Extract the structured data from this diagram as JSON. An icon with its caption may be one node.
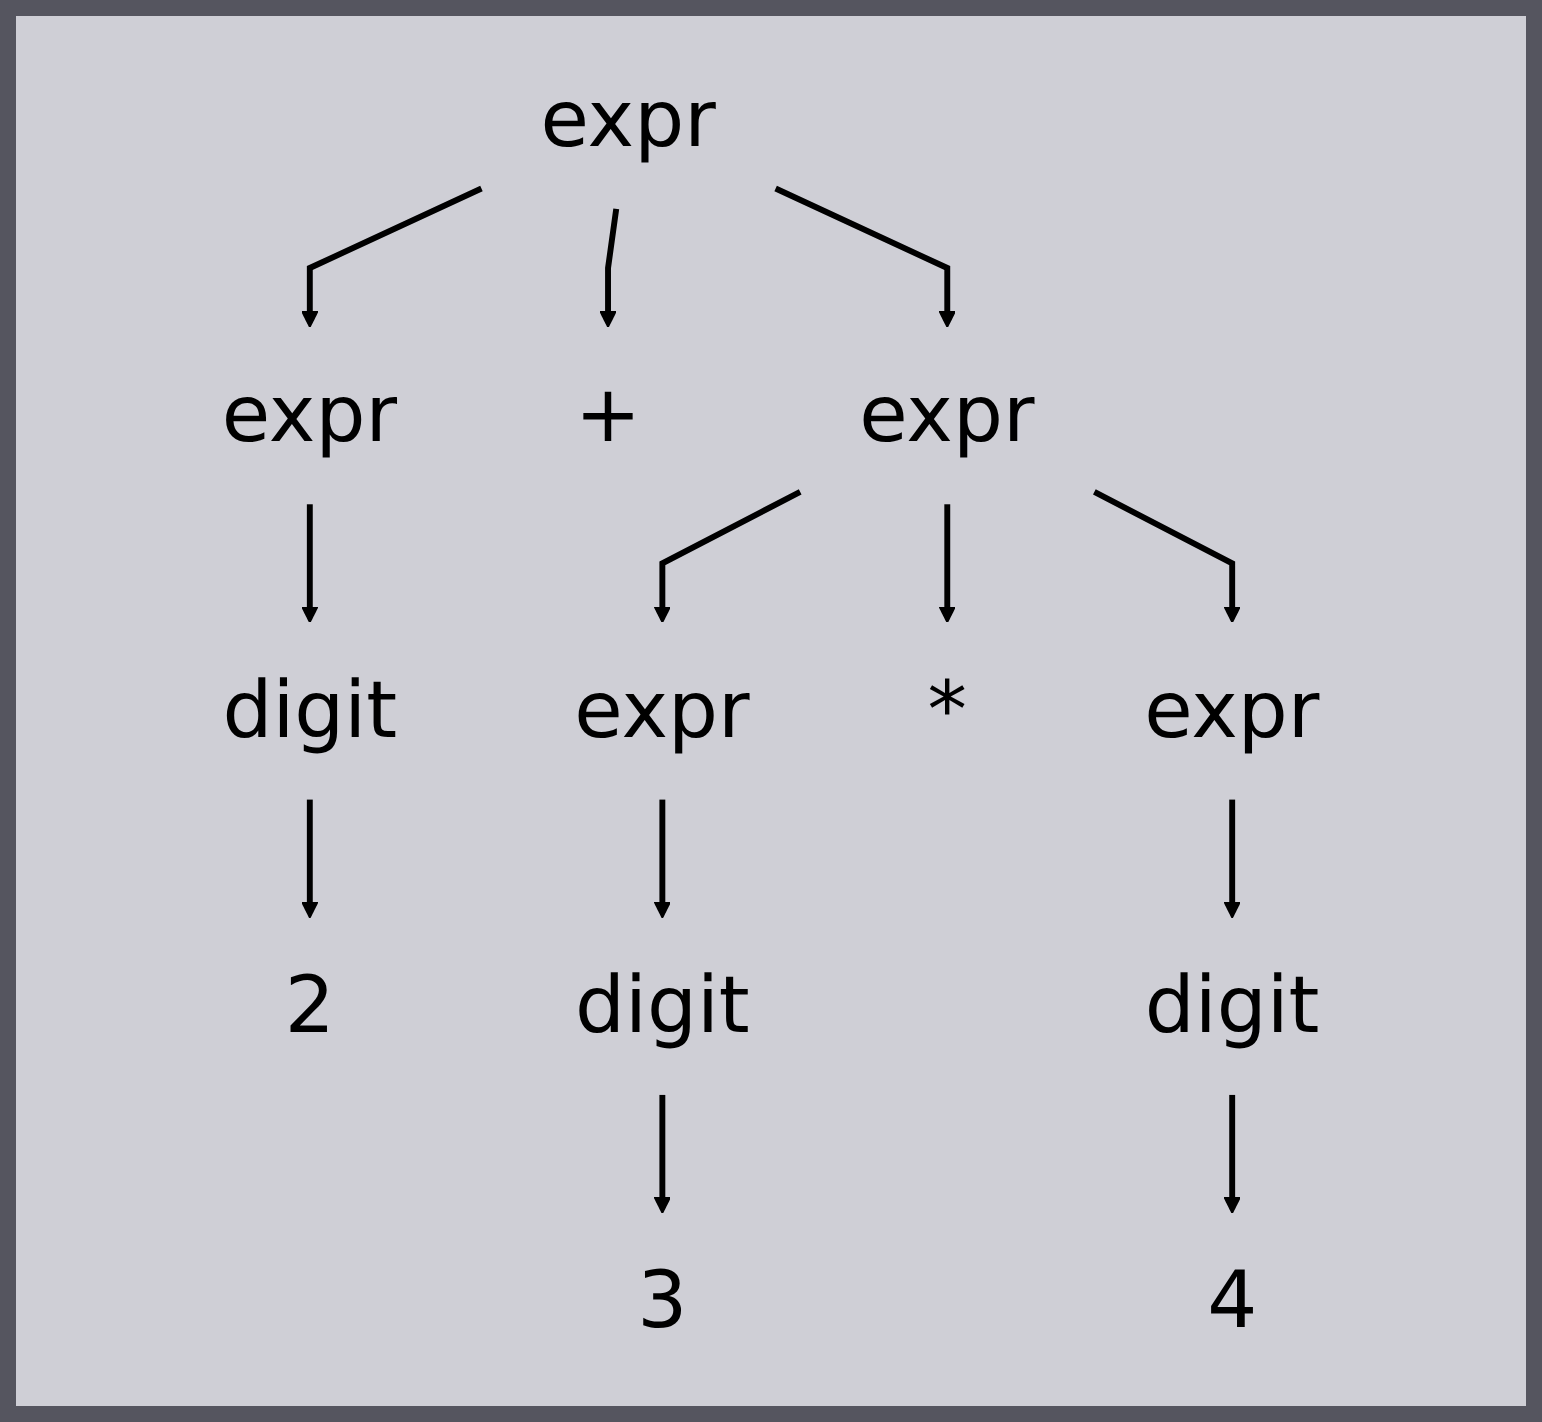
{
  "diagram": {
    "nodes": [
      {
        "text": [
          "expr"
        ]
      },
      {
        "text": [
          "expr"
        ]
      },
      {
        "text": [
          "+"
        ]
      },
      {
        "text": [
          "expr"
        ]
      },
      {
        "text": [
          "digit"
        ]
      },
      {
        "text": [
          "expr"
        ]
      },
      {
        "text": [
          "*"
        ]
      },
      {
        "text": [
          "expr"
        ]
      },
      {
        "text": [
          "2"
        ]
      },
      {
        "text": [
          "digit"
        ]
      },
      {
        "text": [
          "digit"
        ]
      },
      {
        "text": [
          "3"
        ]
      },
      {
        "text": [
          "4"
        ]
      }
    ],
    "edges": [
      {
        "from": 0,
        "to": 1,
        "arrow": "to"
      },
      {
        "from": 0,
        "to": 2,
        "arrow": "to"
      },
      {
        "from": 0,
        "to": 3,
        "arrow": "to"
      },
      {
        "from": 1,
        "to": 4,
        "arrow": "to"
      },
      {
        "from": 3,
        "to": 5,
        "arrow": "to"
      },
      {
        "from": 3,
        "to": 6,
        "arrow": "to"
      },
      {
        "from": 3,
        "to": 7,
        "arrow": "to"
      },
      {
        "from": 4,
        "to": 8,
        "arrow": "to"
      },
      {
        "from": 5,
        "to": 9,
        "arrow": "to"
      },
      {
        "from": 7,
        "to": 10,
        "arrow": "to"
      },
      {
        "from": 9,
        "to": 11,
        "arrow": "to"
      },
      {
        "from": 10,
        "to": 12,
        "arrow": "to"
      }
    ]
  }
}
